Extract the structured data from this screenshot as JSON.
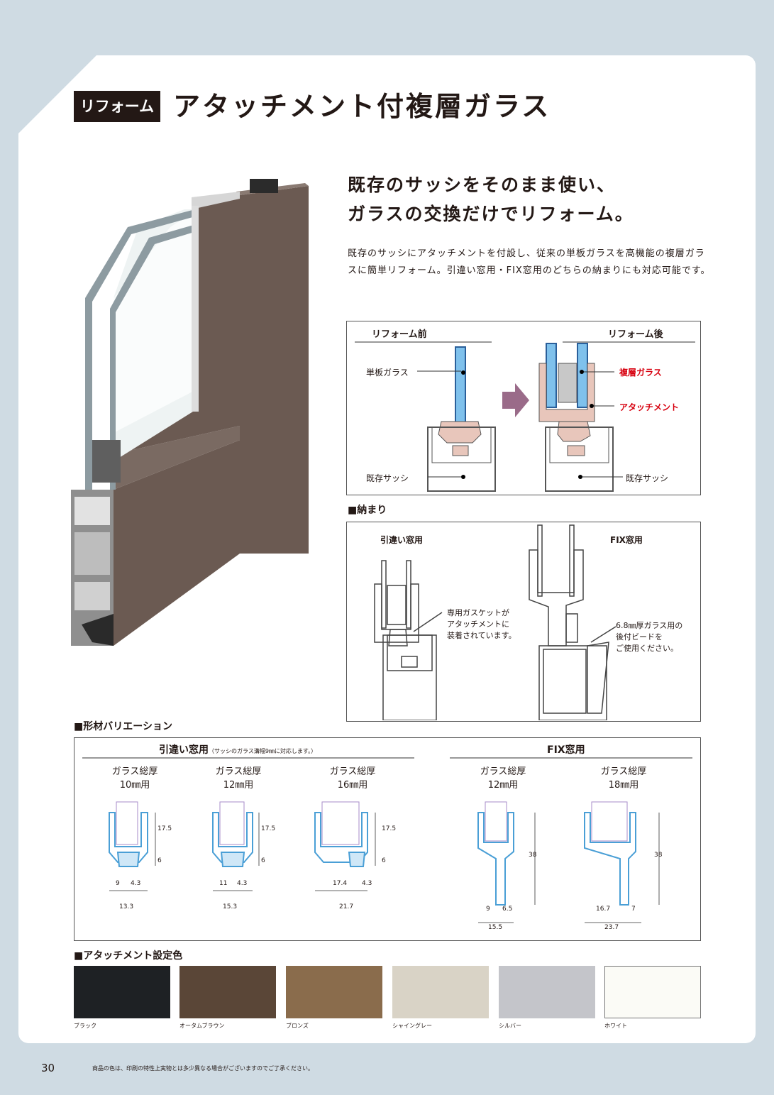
{
  "header": {
    "tag": "リフォーム",
    "title": "アタッチメント付複層ガラス"
  },
  "lead": {
    "line1": "既存のサッシをそのまま使い、",
    "line2": "ガラスの交換だけでリフォーム。"
  },
  "description": "既存のサッシにアタッチメントを付設し、従来の単板ガラスを高機能の複層ガラスに簡単リフォーム。引違い窓用・FIX窓用のどちらの納まりにも対応可能です。",
  "comparison": {
    "before": {
      "title": "リフォーム前",
      "glass": "単板ガラス",
      "sash": "既存サッシ"
    },
    "after": {
      "title": "リフォーム後",
      "glass": "複層ガラス",
      "attachment": "アタッチメント",
      "sash": "既存サッシ"
    }
  },
  "fitting": {
    "section_title": "■納まり",
    "sliding": {
      "title": "引違い窓用",
      "note_l1": "専用ガスケットが",
      "note_l2": "アタッチメントに",
      "note_l3": "装着されています。"
    },
    "fix": {
      "title": "FIX窓用",
      "note_l1": "6.8㎜厚ガラス用の",
      "note_l2": "後付ビードを",
      "note_l3": "ご使用ください。"
    }
  },
  "variations": {
    "section_title": "■形材バリエーション",
    "sliding_title": "引違い窓用",
    "sliding_note": "（サッシのガラス溝幅9㎜に対応します。）",
    "fix_title": "FIX窓用",
    "items": [
      {
        "cap1": "ガラス総厚",
        "cap2": "10㎜用",
        "a": "9",
        "b": "4.3",
        "total": "13.3",
        "h1": "17.5",
        "h2": "6"
      },
      {
        "cap1": "ガラス総厚",
        "cap2": "12㎜用",
        "a": "11",
        "b": "4.3",
        "total": "15.3",
        "h1": "17.5",
        "h2": "6"
      },
      {
        "cap1": "ガラス総厚",
        "cap2": "16㎜用",
        "a": "17.4",
        "b": "4.3",
        "total": "21.7",
        "h1": "17.5",
        "h2": "6"
      },
      {
        "cap1": "ガラス総厚",
        "cap2": "12㎜用",
        "a": "9",
        "b": "6.5",
        "total": "15.5",
        "h1": "38"
      },
      {
        "cap1": "ガラス総厚",
        "cap2": "18㎜用",
        "a": "16.7",
        "b": "7",
        "total": "23.7",
        "h1": "38"
      }
    ]
  },
  "colors": {
    "section_title": "■アタッチメント設定色",
    "items": [
      {
        "name": "ブラック",
        "hex": "#1e2124"
      },
      {
        "name": "オータムブラウン",
        "hex": "#5a4637"
      },
      {
        "name": "ブロンズ",
        "hex": "#8a6c4c"
      },
      {
        "name": "シャイングレー",
        "hex": "#d9d3c6"
      },
      {
        "name": "シルバー",
        "hex": "#c4c5ca"
      },
      {
        "name": "ホワイト",
        "hex": "#fbfbf6"
      }
    ]
  },
  "footer": {
    "page": "30",
    "note": "商品の色は、印刷の特性上実物とは多少異なる場合がございますのでご了承ください。"
  }
}
